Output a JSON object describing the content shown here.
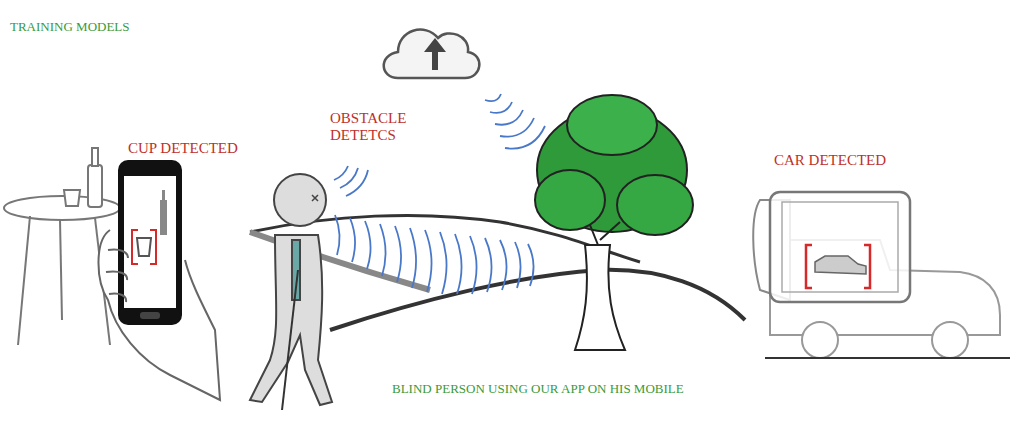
{
  "diagram": {
    "labels": [
      "TRAINING MODELS",
      "CUP DETECTED",
      "OBSTACLE DETETCS",
      "CAR DETECTED",
      "BLIND PERSON USING OUR APP ON HIS MOBILE"
    ]
  }
}
